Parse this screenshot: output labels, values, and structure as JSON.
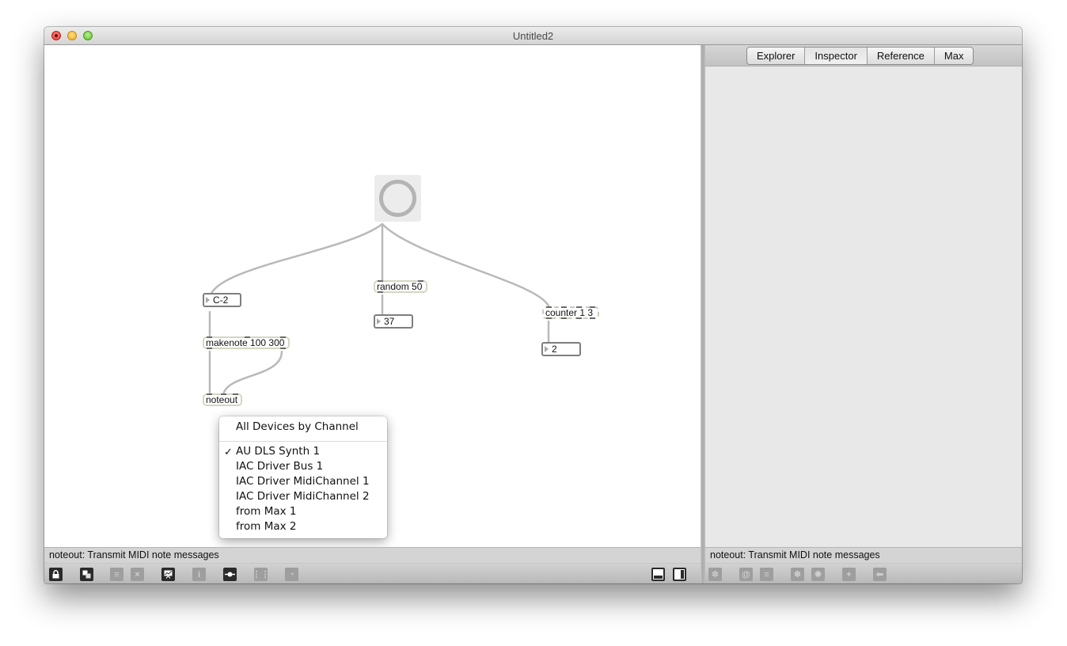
{
  "window": {
    "title": "Untitled2"
  },
  "side_panel": {
    "tabs": [
      {
        "label": "Explorer",
        "active": false
      },
      {
        "label": "Inspector",
        "active": true
      },
      {
        "label": "Reference",
        "active": false
      },
      {
        "label": "Max",
        "active": false
      }
    ],
    "status_text": "noteout: Transmit MIDI note messages",
    "toolbar_icons": [
      "gear-menu-icon",
      "at-icon",
      "list-icon",
      "freeze-icon",
      "settings-icon",
      "add-icon",
      "back-icon"
    ]
  },
  "patcher": {
    "objects": {
      "random": "random 50",
      "makenote": "makenote 100 300",
      "counter": "counter 1 3",
      "noteout": "noteout"
    },
    "numbers": {
      "note": "C-2",
      "random_out": "37",
      "counter_out": "2"
    },
    "status_text": "noteout: Transmit MIDI note messages",
    "toolbar_icons": [
      "lock-icon",
      "presentation-mode-icon",
      "new-object-icon",
      "clear-icon",
      "debug-icon",
      "info-icon",
      "patch-cord-icon",
      "grid-icon",
      "dial-icon",
      "bottom-panel-icon",
      "side-panel-icon"
    ]
  },
  "popup_menu": {
    "header": "All Devices by Channel",
    "items": [
      {
        "label": "AU DLS Synth 1",
        "checked": true
      },
      {
        "label": "IAC Driver Bus 1",
        "checked": false
      },
      {
        "label": "IAC Driver MidiChannel 1",
        "checked": false
      },
      {
        "label": "IAC Driver MidiChannel 2",
        "checked": false
      },
      {
        "label": "from Max 1",
        "checked": false
      },
      {
        "label": "from Max 2",
        "checked": false
      }
    ],
    "check_glyph": "✓"
  }
}
